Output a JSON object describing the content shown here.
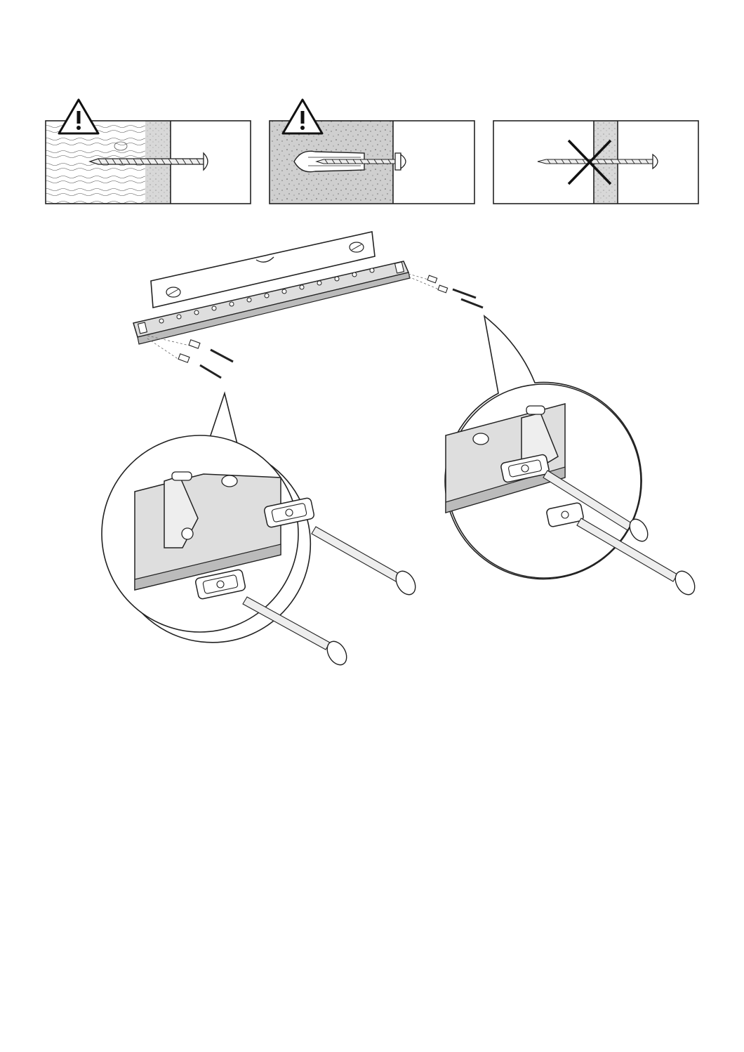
{
  "panels": [
    {
      "id": "wood",
      "warning": true,
      "forbidden": false
    },
    {
      "id": "concrete",
      "warning": true,
      "forbidden": false
    },
    {
      "id": "plasterboard",
      "warning": false,
      "forbidden": true
    }
  ],
  "icons": {
    "warning": "warning-triangle-icon",
    "forbidden": "x-cross-icon",
    "screw": "screw-icon",
    "wall-plug": "wall-plug-icon",
    "spirit-level": "spirit-level-icon"
  },
  "colors": {
    "line": "#222222",
    "plaster": "#d8d8d8",
    "concrete": "#cfcfcf",
    "rail": "#dedede"
  }
}
